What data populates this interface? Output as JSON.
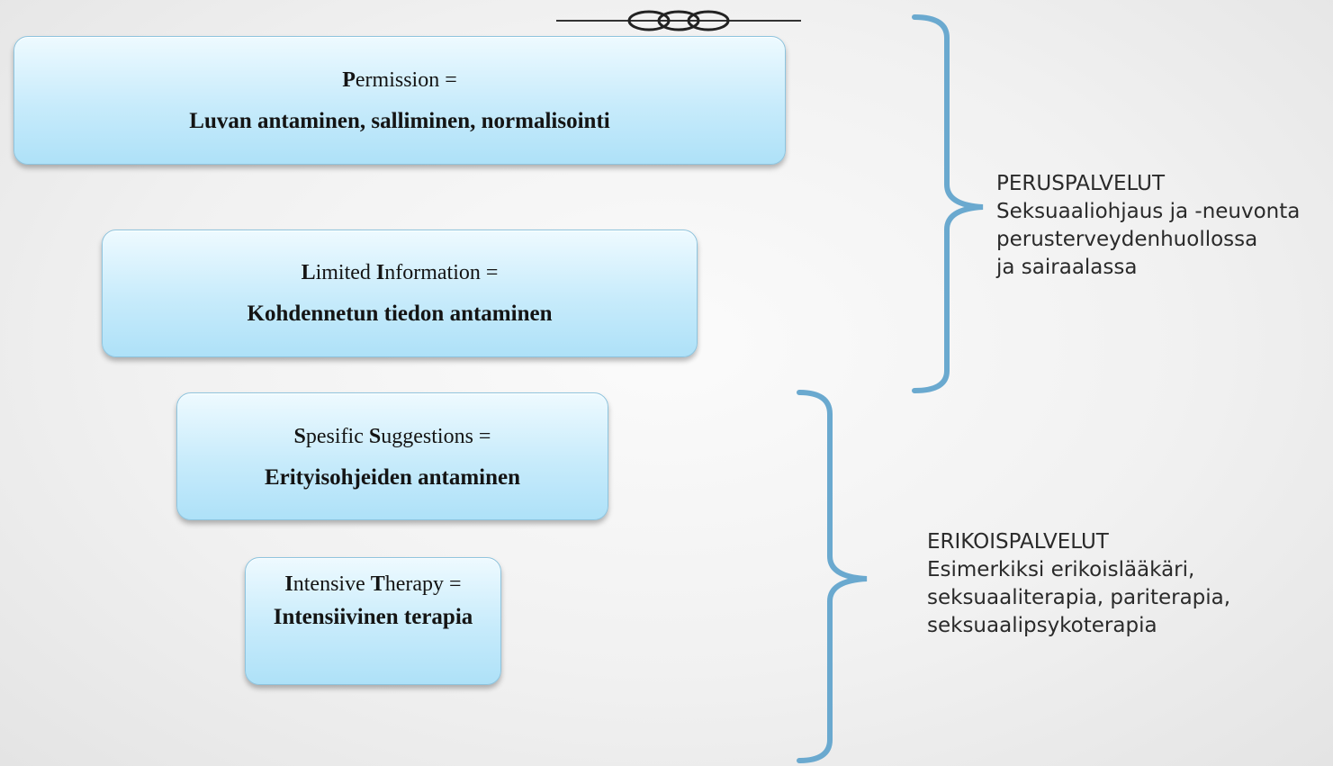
{
  "boxes": [
    {
      "line1_initial": "P",
      "line1_rest": "ermission =",
      "line2": "Luvan antaminen, salliminen, normalisointi"
    },
    {
      "line1_initial": "L",
      "line1_mid": "imited ",
      "line1_initial2": "I",
      "line1_rest": "nformation =",
      "line2": "Kohdennetun tiedon antaminen"
    },
    {
      "line1_initial": "S",
      "line1_mid": "pesific ",
      "line1_initial2": "S",
      "line1_rest": "uggestions =",
      "line2": "Erityisohjeiden antaminen"
    },
    {
      "line1_initial": "I",
      "line1_mid": "ntensive ",
      "line1_initial2": "T",
      "line1_rest": "herapy =",
      "line2": "Intensiivinen terapia"
    }
  ],
  "basic_services": {
    "title": "PERUSPALVELUT",
    "lines": [
      "Seksuaaliohjaus ja -neuvonta",
      "perusterveydenhuollossa",
      "ja sairaalassa"
    ]
  },
  "special_services": {
    "title": "ERIKOISPALVELUT",
    "lines": [
      "Esimerkiksi erikoislääkäri,",
      "seksuaaliterapia, pariterapia,",
      "seksuaalipsykoterapia"
    ]
  },
  "colors": {
    "bracket": "#6aa9cf",
    "box_border": "#8ec4de",
    "box_fill_light": "#eefaff",
    "box_fill_dark": "#aee1f8"
  }
}
